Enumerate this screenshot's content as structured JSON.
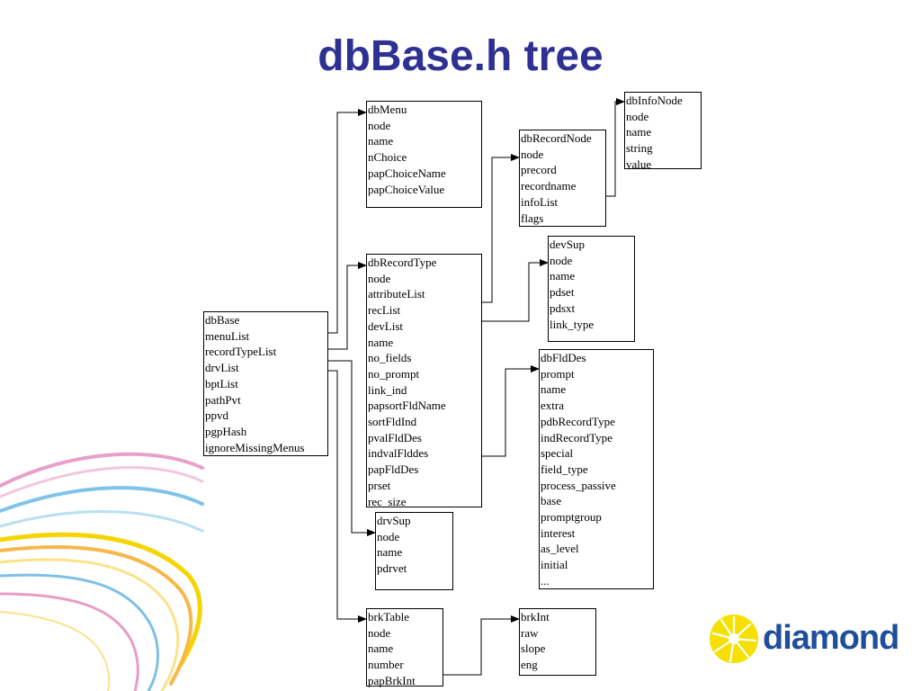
{
  "title": "dbBase.h tree",
  "logo_text": "diamond",
  "colors": {
    "title": "#2e3192",
    "logo_text": "#1f4e9b",
    "logo_sun": "#f5e000"
  },
  "boxes": {
    "dbMenu": [
      "dbMenu",
      "node",
      "name",
      "nChoice",
      "papChoiceName",
      "papChoiceValue"
    ],
    "dbInfoNode": [
      "dbInfoNode",
      "node",
      "name",
      "string",
      "value"
    ],
    "dbRecordNode": [
      "dbRecordNode",
      "node",
      "precord",
      "recordname",
      "infoList",
      "flags"
    ],
    "devSup": [
      "devSup",
      "node",
      "name",
      "pdset",
      "pdsxt",
      "link_type"
    ],
    "dbRecordType": [
      "dbRecordType",
      "node",
      "attributeList",
      "recList",
      "devList",
      "name",
      "no_fields",
      "no_prompt",
      "link_ind",
      "papsortFldName",
      "sortFldInd",
      "pvalFldDes",
      "indvalFlddes",
      "papFldDes",
      "prset",
      "rec_size"
    ],
    "dbBase": [
      "dbBase",
      "menuList",
      "recordTypeList",
      "drvList",
      "bptList",
      "pathPvt",
      "ppvd",
      "pgpHash",
      "ignoreMissingMenus"
    ],
    "dbFldDes": [
      "dbFldDes",
      "prompt",
      "name",
      "extra",
      "pdbRecordType",
      "indRecordType",
      "special",
      "field_type",
      "process_passive",
      "base",
      "promptgroup",
      "interest",
      "as_level",
      "initial",
      "..."
    ],
    "drvSup": [
      "drvSup",
      "node",
      "name",
      "pdrvet"
    ],
    "brkTable": [
      "brkTable",
      "node",
      "name",
      "number",
      "papBrkInt"
    ],
    "brkInt": [
      "brkInt",
      "raw",
      "slope",
      "eng"
    ]
  }
}
